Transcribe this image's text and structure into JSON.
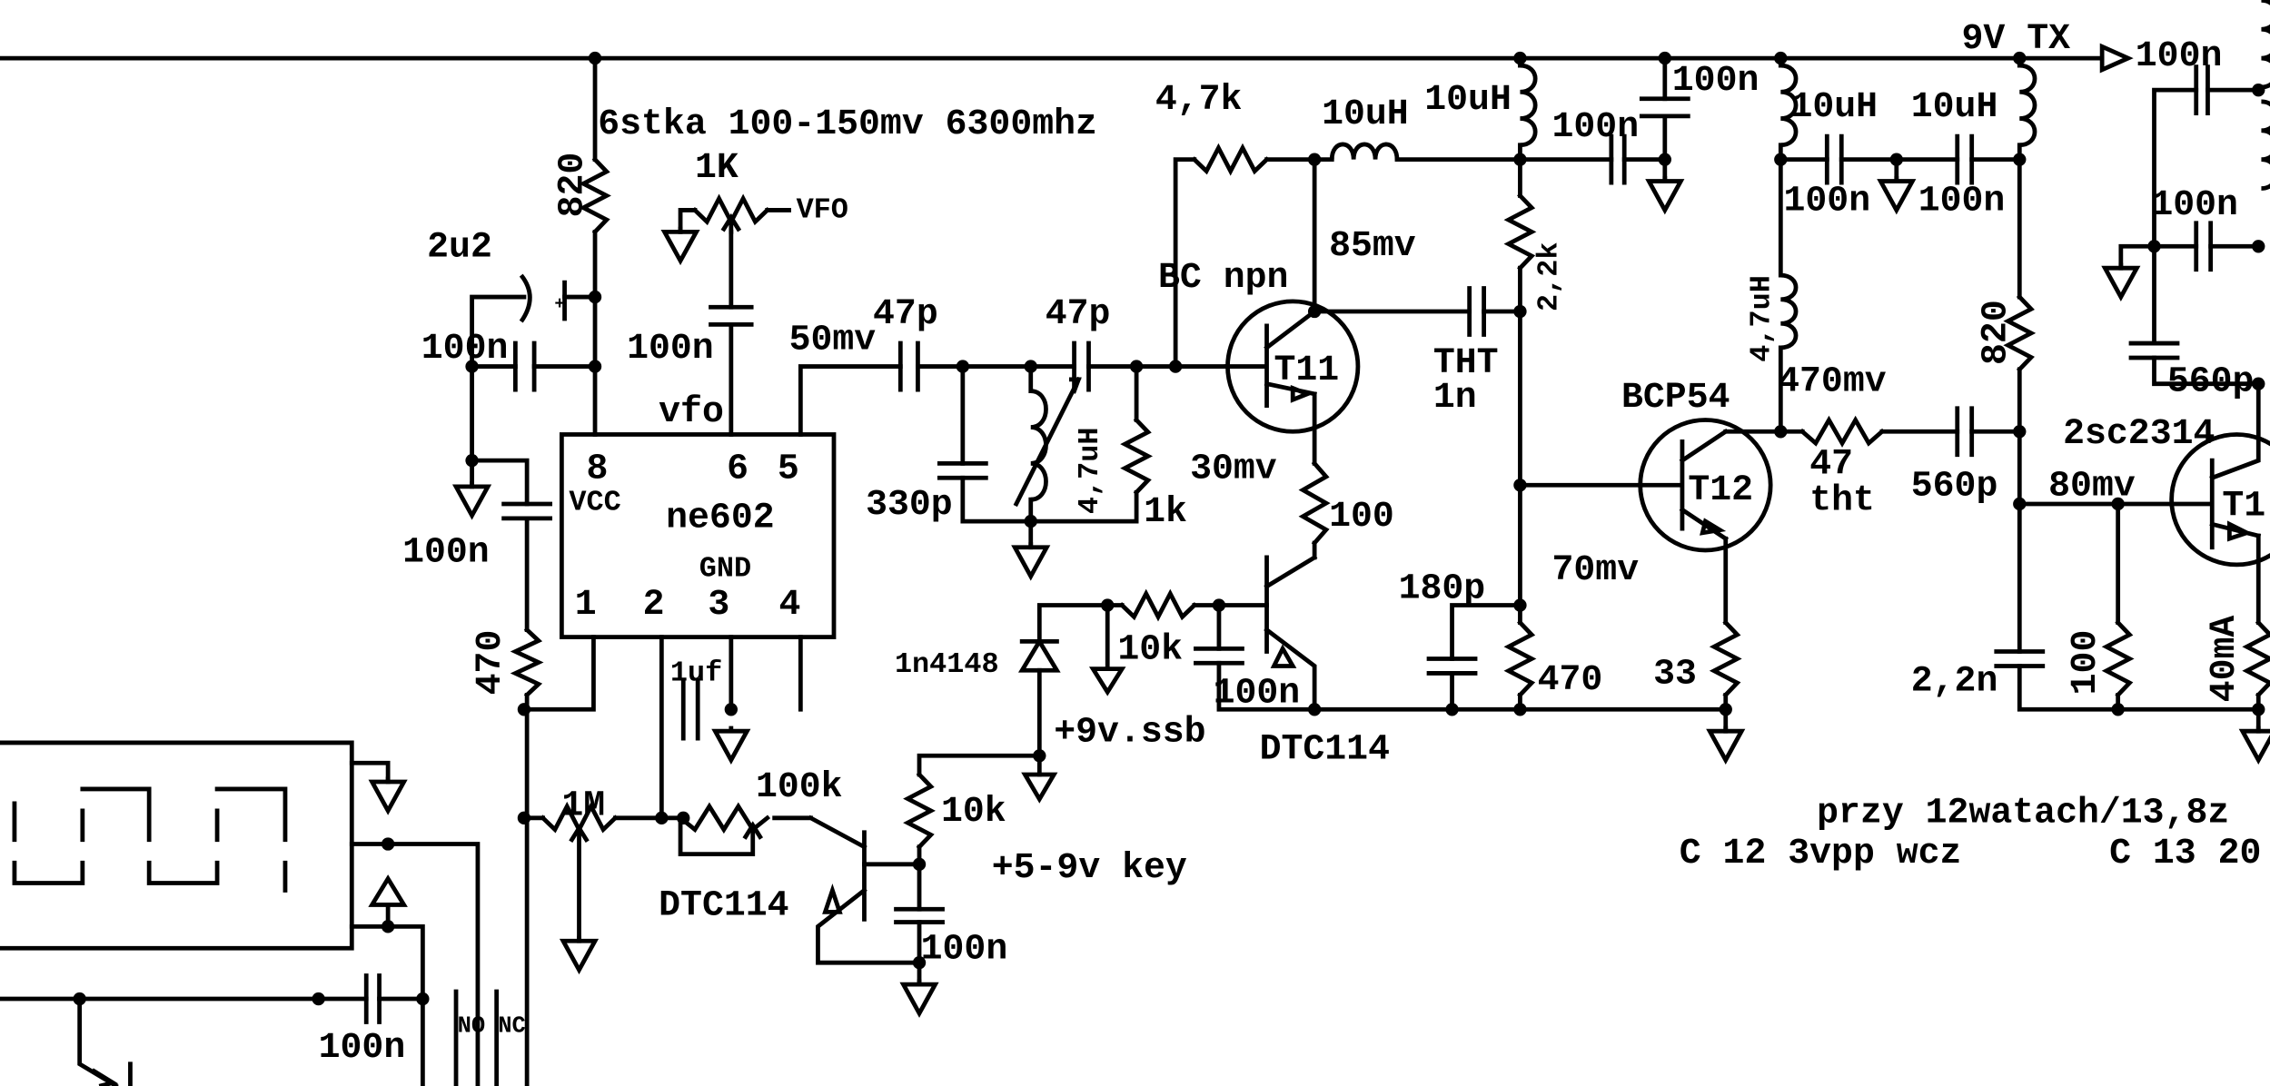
{
  "colors": {
    "ink": "#000000",
    "background": "#ffffff"
  },
  "labels": {
    "rail": "9V  TX",
    "note_6stka": "6stka 100-150mv 6300mhz",
    "r820_left": "820",
    "pot_1k": "1K",
    "vfo_out": "VFO",
    "c_2u2": "2u2",
    "c_100n_a": "100n",
    "c_100n_b": "100n",
    "c_100n_c": "100n",
    "v_50mv": "50mv",
    "c_47p_a": "47p",
    "c_47p_b": "47p",
    "c_330p": "330p",
    "l_4u7_a": "4,7uH",
    "r_1k": "1k",
    "r_4k7": "4,7k",
    "l_10uH_a": "10uH",
    "l_10uH_b": "10uH",
    "c_100n_d": "100n",
    "c_100n_e": "100n",
    "bc_npn": "BC npn",
    "t11": "T11",
    "v_85mv": "85mv",
    "v_30mv": "30mv",
    "r_100": "100",
    "r_2k2": "2,2k",
    "tht": "THT",
    "c_1n": "1n",
    "bcp54": "BCP54",
    "t12": "T12",
    "v_70mv": "70mv",
    "c_180p": "180p",
    "r_470": "470",
    "r_33": "33",
    "l_10uH_c": "10uH",
    "l_10uH_d": "10uH",
    "c_100n_f": "100n",
    "c_100n_g": "100n",
    "l_4u7_b": "4,7uH",
    "v_470mv": "470mv",
    "r_47": "47",
    "r_47_tht": "tht",
    "c_560p_a": "560p",
    "r820_right": "820",
    "c_100n_h": "100n",
    "c_100n_i": "100n",
    "c_560p_b": "560p",
    "t13_type": "2sc2314",
    "t13": "T1",
    "v_80mv": "80mv",
    "c_2n2": "2,2n",
    "r_100_b": "100",
    "i_40ma": "40mA",
    "ic_name": "ne602",
    "ic_vfo": "vfo",
    "ic_vcc": "VCC",
    "ic_gnd": "GND",
    "pin8": "8",
    "pin6": "6",
    "pin5": "5",
    "pin1": "1",
    "pin2": "2",
    "pin3": "3",
    "pin4": "4",
    "c_100n_vcc": "100n",
    "r_470_left": "470",
    "c_1uf": "1uf",
    "pot_1m": "1M",
    "pot_100k": "100k",
    "dtc114_a": "DTC114",
    "dtc114_b": "DTC114",
    "r_10k_a": "10k",
    "r_10k_b": "10k",
    "c_100n_key": "100n",
    "key": "+5-9v key",
    "ssb": "+9v.ssb",
    "d_1n4148": "1n4148",
    "c_100n_bl": "100n",
    "no": "NO",
    "nc": "NC",
    "note_power": "przy 12watach/13,8z",
    "note_c12": "C 12 3vpp wcz",
    "note_c13": "C 13 20"
  }
}
